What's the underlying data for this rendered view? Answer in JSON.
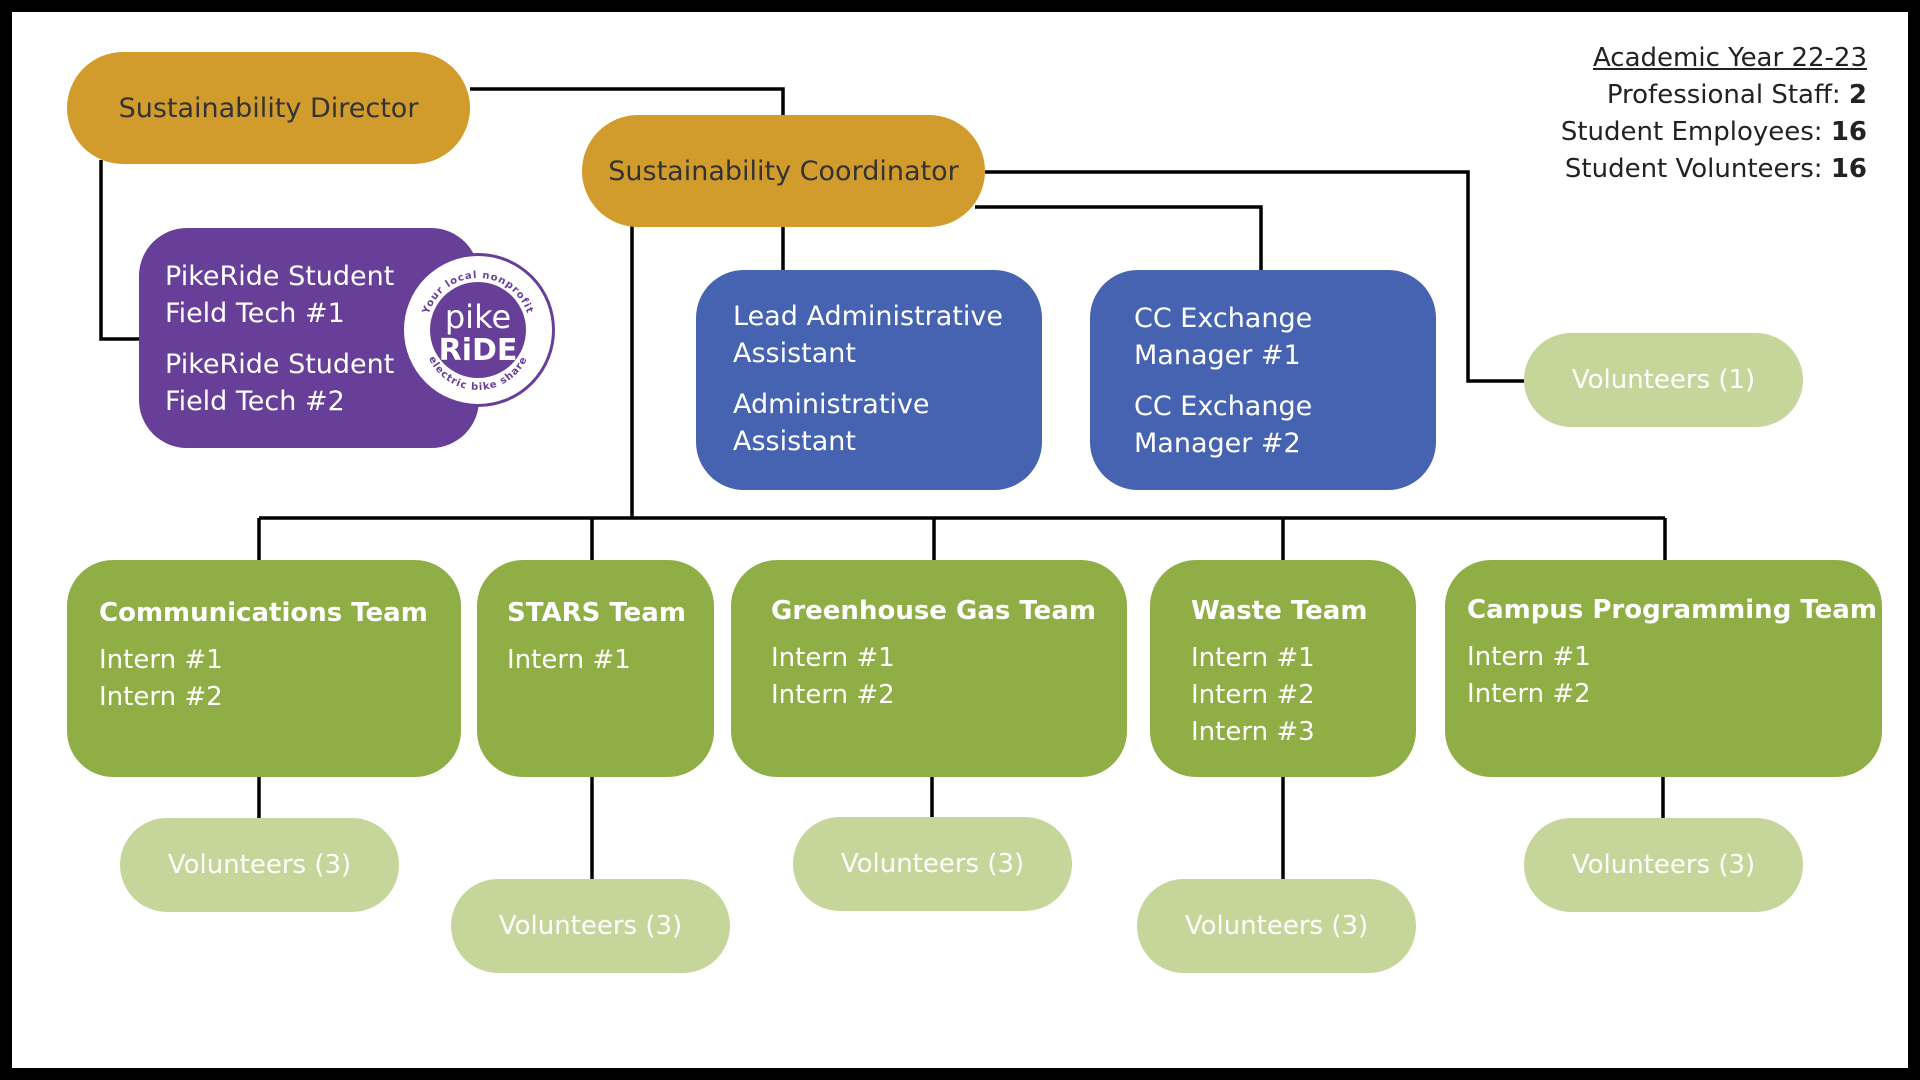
{
  "summary": {
    "heading": "Academic Year 22-23",
    "professional_label": "Professional Staff: ",
    "professional_value": "2",
    "employees_label": "Student Employees: ",
    "employees_value": "16",
    "volunteers_label": "Student Volunteers: ",
    "volunteers_value": "16"
  },
  "director": {
    "label": "Sustainability Director"
  },
  "coordinator": {
    "label": "Sustainability Coordinator"
  },
  "pikeride": {
    "role1_line1": "PikeRide Student",
    "role1_line2": "Field Tech #1",
    "role2_line1": "PikeRide Student",
    "role2_line2": "Field Tech #2",
    "logo_top": "Your local nonprofit",
    "logo_word1": "pike",
    "logo_word2": "RiDE",
    "logo_bottom": "electric bike share"
  },
  "admin": {
    "role1_line1": "Lead Administrative",
    "role1_line2": "Assistant",
    "role2_line1": "Administrative",
    "role2_line2": "Assistant"
  },
  "exchange": {
    "role1_line1": "CC Exchange",
    "role1_line2": "Manager #1",
    "role2_line1": "CC Exchange",
    "role2_line2": "Manager #2"
  },
  "coordinator_volunteers": "Volunteers (1)",
  "teams": [
    {
      "name": "Communications Team",
      "members": [
        "Intern #1",
        "Intern #2"
      ],
      "volunteers": "Volunteers (3)"
    },
    {
      "name": "STARS Team",
      "members": [
        "Intern #1"
      ],
      "volunteers": "Volunteers (3)"
    },
    {
      "name": "Greenhouse Gas Team",
      "members": [
        "Intern #1",
        "Intern #2"
      ],
      "volunteers": "Volunteers (3)"
    },
    {
      "name": "Waste Team",
      "members": [
        "Intern #1",
        "Intern #2",
        "Intern #3"
      ],
      "volunteers": "Volunteers (3)"
    },
    {
      "name": "Campus Programming Team",
      "members": [
        "Intern #1",
        "Intern #2"
      ],
      "volunteers": "Volunteers (3)"
    }
  ],
  "colors": {
    "gold": "#d19c2c",
    "purple": "#673f98",
    "blue": "#4563b0",
    "green": "#8fae46",
    "light_green": "#c6d69a"
  }
}
